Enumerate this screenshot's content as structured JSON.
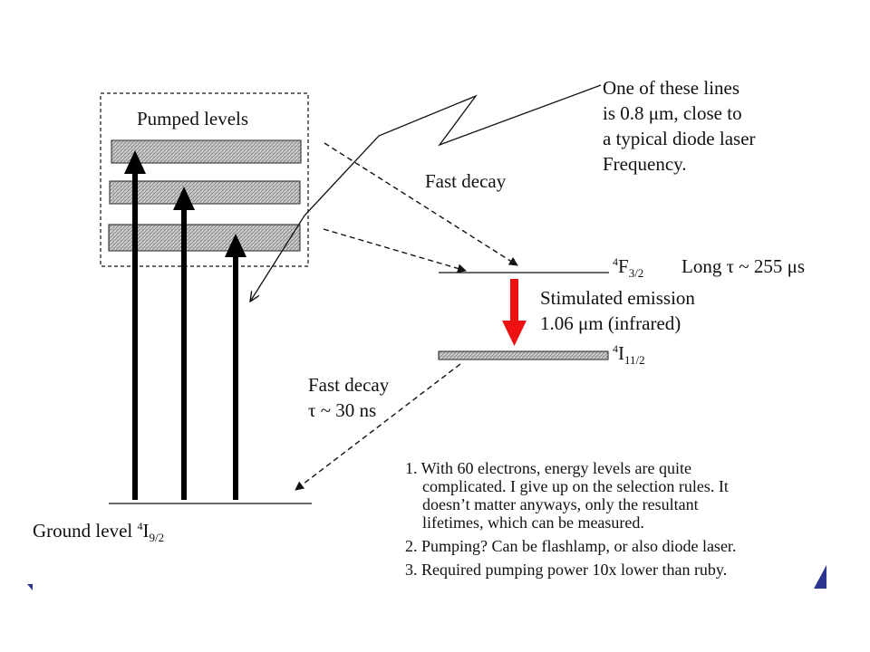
{
  "diagram": {
    "pumped_levels_label": "Pumped levels",
    "callout": {
      "lines": [
        "One of these lines",
        "is 0.8 μm, close to",
        "a typical diode laser",
        "Frequency."
      ]
    },
    "fast_decay_upper": "Fast decay",
    "f32_level": {
      "sup": "4",
      "main": "F",
      "sub": "3/2"
    },
    "lifetime_upper": "Long τ ~ 255 μs",
    "stimulated_emission": {
      "line1": "Stimulated emission",
      "line2": "1.06 μm (infrared)"
    },
    "i112_level": {
      "sup": "4",
      "main": "I",
      "sub": "11/2"
    },
    "fast_decay_lower": {
      "line1": "Fast decay",
      "line2": "τ ~ 30 ns"
    },
    "ground_level": {
      "text": "Ground level ",
      "sup": "4",
      "main": "I",
      "sub": "9/2"
    },
    "notes": [
      "1. With 60 electrons, energy levels are quite",
      "complicated. I give up on the selection rules. It",
      "doesn’t matter anyways, only the resultant",
      "lifetimes, which can be measured.",
      "2. Pumping? Can be flashlamp, or also diode laser.",
      "3. Required pumping power 10x lower than ruby."
    ],
    "colors": {
      "emission_arrow": "#ee1111",
      "accent_corner": "#2b3590",
      "band_fill": "#c9c9c9",
      "text": "#111111"
    }
  }
}
